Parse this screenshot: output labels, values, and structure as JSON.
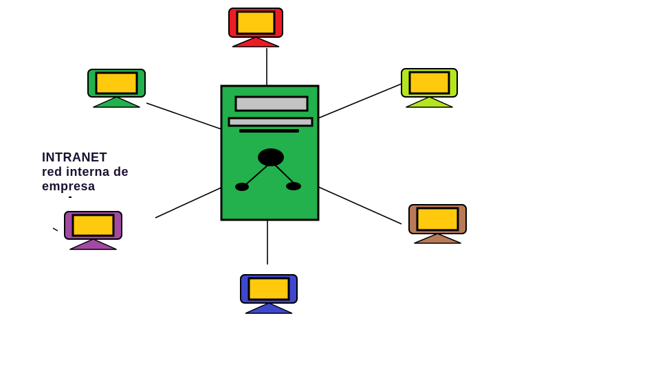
{
  "label": {
    "line1": "INTRANET",
    "line2": "red interna de",
    "line3": "empresa"
  },
  "colors": {
    "server_body": "#22b14c",
    "drive": "#c3c3c3",
    "screen": "#ffc90e",
    "outline": "#000000"
  },
  "workstations": [
    {
      "name": "workstation-red",
      "color": "#ed1c24"
    },
    {
      "name": "workstation-green",
      "color": "#22b14c"
    },
    {
      "name": "workstation-lime",
      "color": "#b5e61d"
    },
    {
      "name": "workstation-purple",
      "color": "#a349a4"
    },
    {
      "name": "workstation-brown",
      "color": "#b97a57"
    },
    {
      "name": "workstation-blue",
      "color": "#3f48cc"
    }
  ]
}
